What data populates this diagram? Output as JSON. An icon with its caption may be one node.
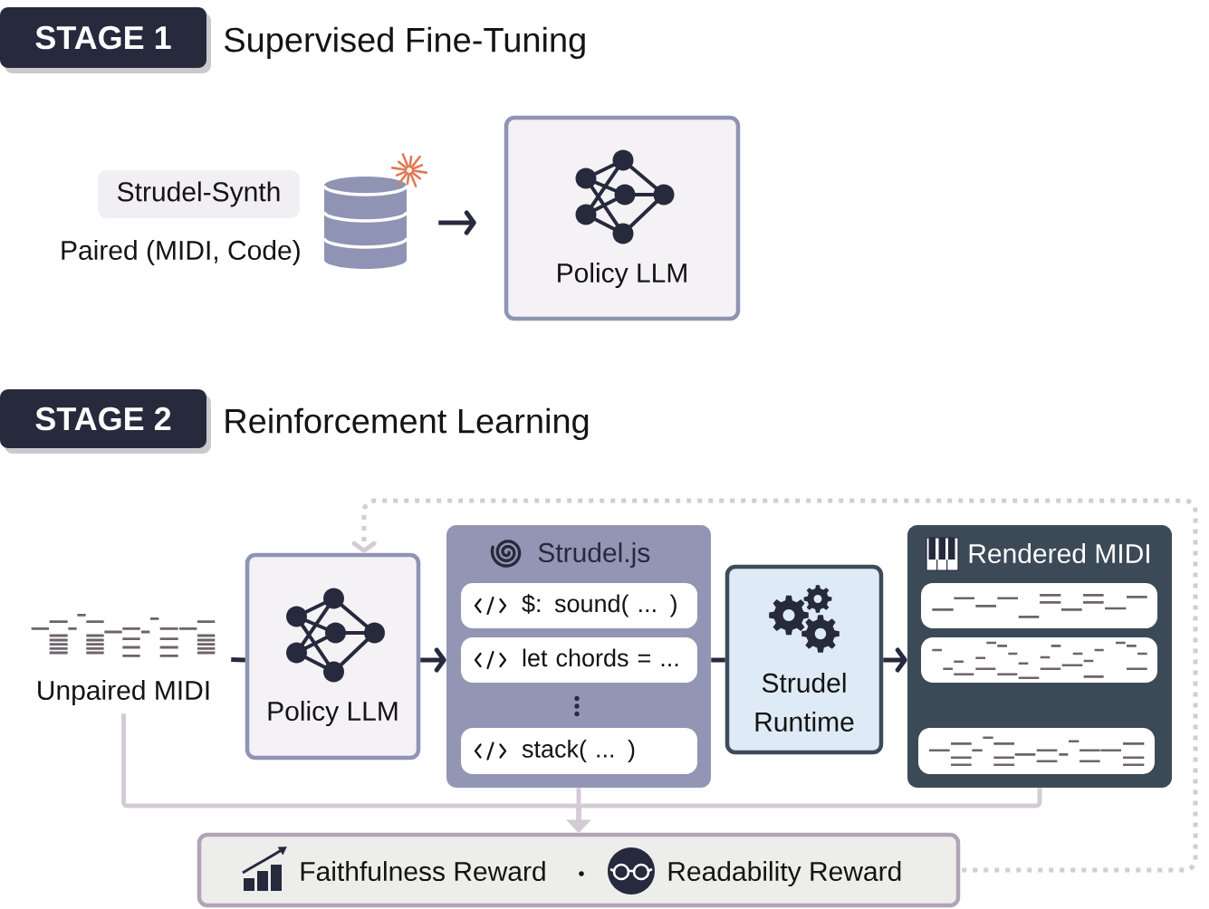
{
  "diagram": {
    "nodes": [
      {
        "text": [
          "STAGE 1"
        ],
        "beside": [
          "Supervised Fine-Tuning"
        ]
      },
      {
        "text": [
          "Strudel-Synth",
          "Paired (MIDI, Code)"
        ]
      },
      {
        "text": [
          "Policy LLM"
        ]
      },
      {
        "text": [
          "STAGE 2"
        ],
        "beside": [
          "Reinforcement Learning"
        ]
      },
      {
        "text": [
          "Unpaired MIDI"
        ]
      },
      {
        "text": [
          "Policy LLM"
        ]
      },
      {
        "text": [
          "Strudel.js"
        ]
      },
      {
        "text": [
          "$: sound( ... )"
        ],
        "in": 6
      },
      {
        "text": [
          "let chords = ..."
        ],
        "in": 6
      },
      {
        "text": [
          "stack( ... )"
        ],
        "in": 6
      },
      {
        "text": [
          "Strudel Runtime"
        ]
      },
      {
        "text": [
          "Rendered MIDI"
        ]
      },
      {
        "text": [],
        "shape": "box",
        "in": 11
      },
      {
        "text": [],
        "shape": "box",
        "in": 11
      },
      {
        "text": [],
        "shape": "box",
        "in": 11
      },
      {
        "text": [
          "Faithfulness Reward",
          "Readability Reward"
        ]
      }
    ],
    "edges": [
      {
        "from": 1,
        "to": 2,
        "arrow": "to"
      },
      {
        "from": 4,
        "to": 5,
        "arrow": "none"
      },
      {
        "from": 5,
        "to": 6,
        "arrow": "to"
      },
      {
        "from": 6,
        "to": 10,
        "arrow": "none"
      },
      {
        "from": 10,
        "to": 11,
        "arrow": "to"
      },
      {
        "from": 4,
        "to": 15,
        "arrow": "to",
        "color": "#d4cbd6"
      },
      {
        "from": 6,
        "to": 15,
        "arrow": "to",
        "color": "#d4cbd6"
      },
      {
        "from": 11,
        "to": 15,
        "arrow": "to",
        "color": "#d4cbd6"
      },
      {
        "from": 15,
        "to": 5,
        "arrow": "to",
        "style": "dashed",
        "color": "#d4cbd6"
      }
    ]
  }
}
